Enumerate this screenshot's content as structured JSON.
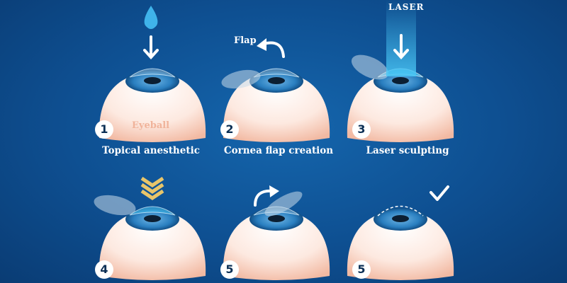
{
  "colors": {
    "background": "#0e4f91",
    "eyeball": "#fbe3d8",
    "iris": "#2a7fc0",
    "laser": "#49c6f5",
    "chevrons": "#e8c56a"
  },
  "labels": {
    "flap": "Flap",
    "laser": "LASER",
    "eyeball": "Eyeball"
  },
  "steps": [
    {
      "number": "1",
      "caption": "Topical anesthetic",
      "icon": "water-drop-arrow-icon"
    },
    {
      "number": "2",
      "caption": "Cornea flap creation",
      "icon": "curved-arrow-icon"
    },
    {
      "number": "3",
      "caption": "Laser sculpting",
      "icon": "laser-beam-icon"
    },
    {
      "number": "4",
      "caption": "",
      "icon": "chevrons-down-icon"
    },
    {
      "number": "5",
      "caption": "",
      "icon": "curved-arrow-icon"
    },
    {
      "number": "5",
      "caption": "",
      "icon": "checkmark-icon"
    }
  ]
}
